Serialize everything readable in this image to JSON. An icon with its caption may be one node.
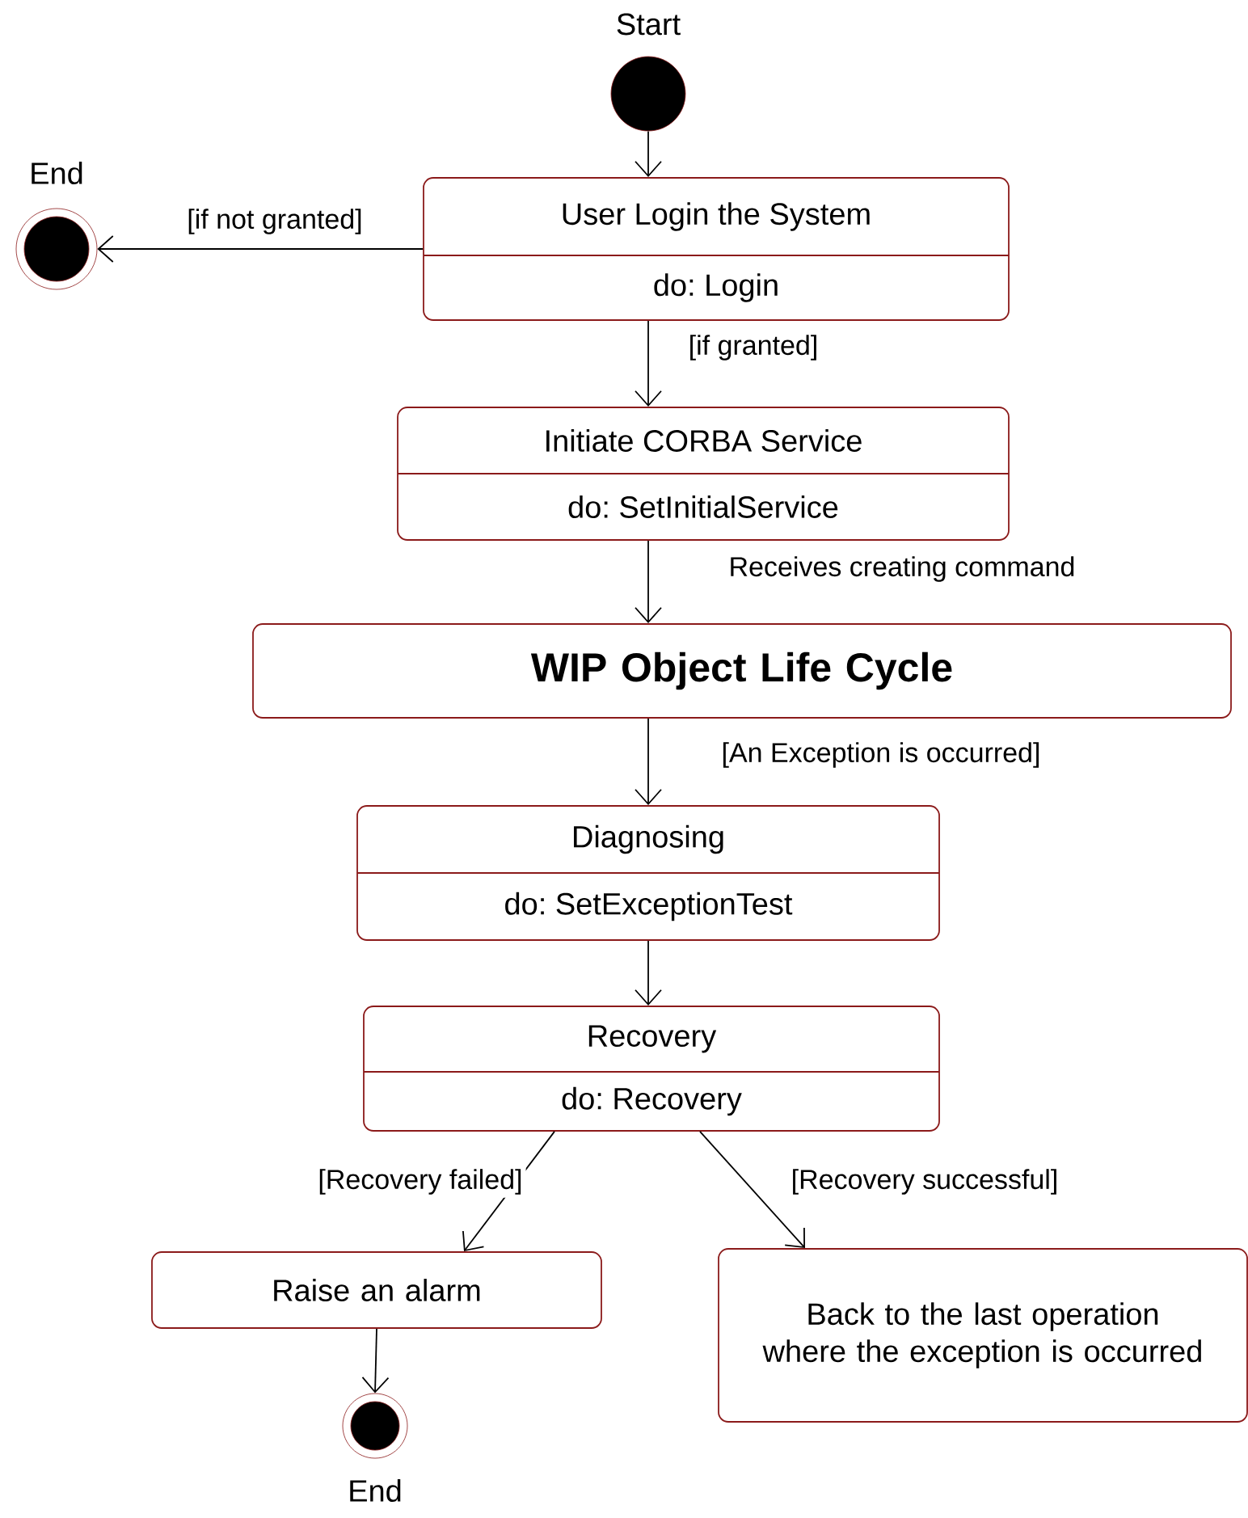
{
  "diagram": {
    "nodes": [
      {
        "text": [
          "Start"
        ]
      },
      {
        "text": [
          "End"
        ]
      },
      {
        "text": [
          "User Login the System",
          "do: Login"
        ]
      },
      {
        "text": [
          "Initiate CORBA Service",
          "do: SetInitialService"
        ]
      },
      {
        "text": [
          "WIP Object Life Cycle"
        ]
      },
      {
        "text": [
          "Diagnosing",
          "do: SetExceptionTest"
        ]
      },
      {
        "text": [
          "Recovery",
          "do: Recovery"
        ]
      },
      {
        "text": [
          "Raise an alarm"
        ]
      },
      {
        "text": [
          "Back to the last operation where the exception is occurred"
        ]
      },
      {
        "text": [
          "End"
        ]
      }
    ],
    "edges": [
      {
        "from": 0,
        "to": 2,
        "arrow": "to"
      },
      {
        "from": 2,
        "to": 1,
        "arrow": "to",
        "label": "[if not granted]"
      },
      {
        "from": 2,
        "to": 3,
        "arrow": "to",
        "label": "[if granted]"
      },
      {
        "from": 3,
        "to": 4,
        "arrow": "to",
        "label": "Receives creating command"
      },
      {
        "from": 4,
        "to": 5,
        "arrow": "to",
        "label": "[An Exception is occurred]"
      },
      {
        "from": 5,
        "to": 6,
        "arrow": "to"
      },
      {
        "from": 6,
        "to": 7,
        "arrow": "to",
        "label": "[Recovery failed]"
      },
      {
        "from": 6,
        "to": 8,
        "arrow": "to",
        "label": "[Recovery successful]"
      },
      {
        "from": 7,
        "to": 9,
        "arrow": "to"
      }
    ]
  }
}
